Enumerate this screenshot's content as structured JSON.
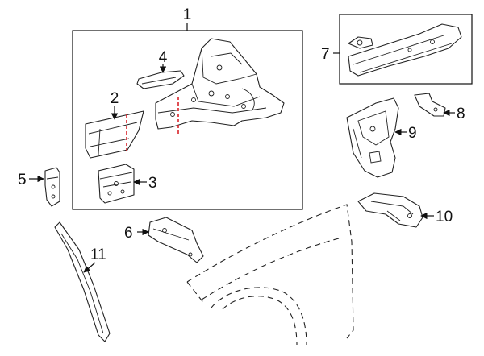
{
  "diagram": {
    "callouts": {
      "c1": "1",
      "c2": "2",
      "c3": "3",
      "c4": "4",
      "c5": "5",
      "c6": "6",
      "c7": "7",
      "c8": "8",
      "c9": "9",
      "c10": "10",
      "c11": "11"
    },
    "colors": {
      "cut_line": "#d8232a",
      "line": "#222222",
      "background": "#ffffff"
    }
  }
}
